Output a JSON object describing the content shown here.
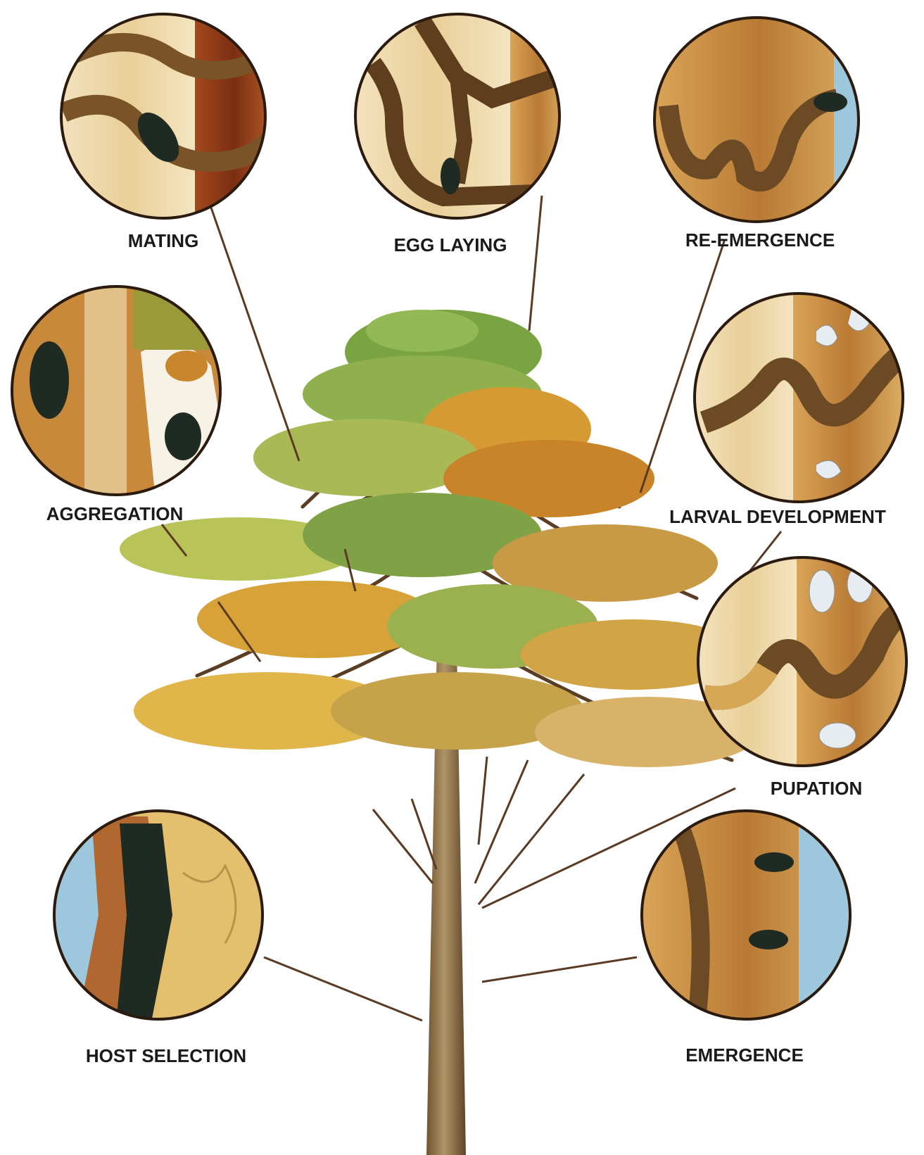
{
  "stages": {
    "mating": "MATING",
    "egg_laying": "EGG LAYING",
    "re_emergence": "RE-EMERGENCE",
    "aggregation": "AGGREGATION",
    "larval_development": "LARVAL DEVELOPMENT",
    "pupation": "PUPATION",
    "host_selection": "HOST SELECTION",
    "emergence": "EMERGENCE"
  },
  "colors": {
    "trunk": "#8a6a3c",
    "foliage_green": "#6e9a3a",
    "foliage_yellow": "#d9a93a",
    "foliage_orange": "#c9822c",
    "gallery": "#6b4a24",
    "beetle": "#1e2a22",
    "sky": "#9cc7dc",
    "leader": "#5a3a22"
  },
  "icons": {
    "tree": "pine-tree-illustration",
    "beetle": "bark-beetle-icon",
    "larva": "larva-icon",
    "pupa": "pupa-icon"
  }
}
